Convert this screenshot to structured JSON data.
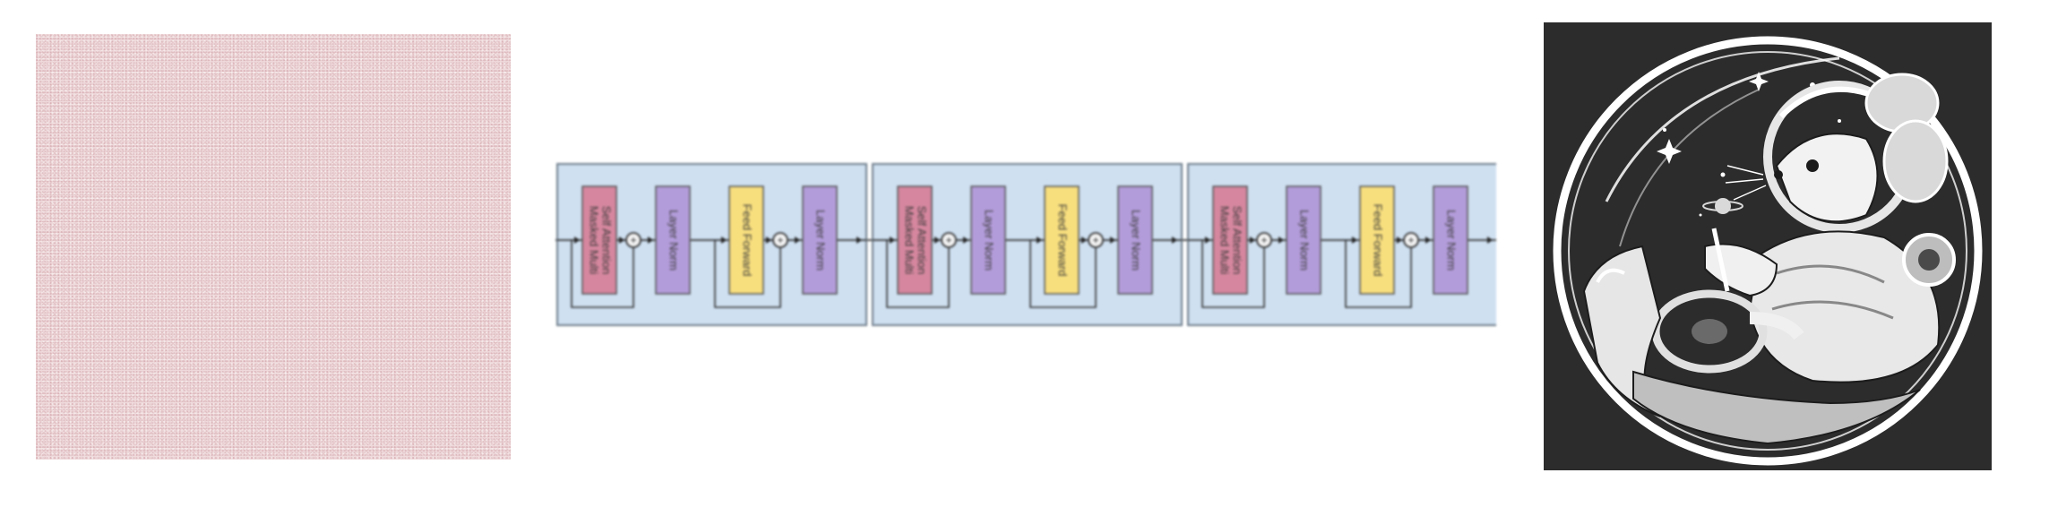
{
  "noise_panel": {
    "color": "#efd9db"
  },
  "diagram": {
    "background_color": "#cfe0f1",
    "colors": {
      "attention": "#d6879f",
      "layer_norm": "#b39cda",
      "feed_forward": "#f8df7e"
    },
    "blocks": [
      {
        "attention_label": [
          "Masked Multi",
          "Self Attention"
        ],
        "norm1_label": "Layer Norm",
        "ff_label": "Feed Forward",
        "norm2_label": "Layer Norm"
      },
      {
        "attention_label": [
          "Masked Multi",
          "Self Attention"
        ],
        "norm1_label": "Layer Norm",
        "ff_label": "Feed Forward",
        "norm2_label": "Layer Norm"
      },
      {
        "attention_label": [
          "Masked Multi",
          "Self Attention"
        ],
        "norm1_label": "Layer Norm",
        "ff_label": "Feed Forward",
        "norm2_label": "Layer Norm"
      }
    ]
  },
  "illustration": {
    "subject": "mouse astronaut piloting a spaceship inside a helmet bubble",
    "background_color": "#2c2c2c"
  }
}
